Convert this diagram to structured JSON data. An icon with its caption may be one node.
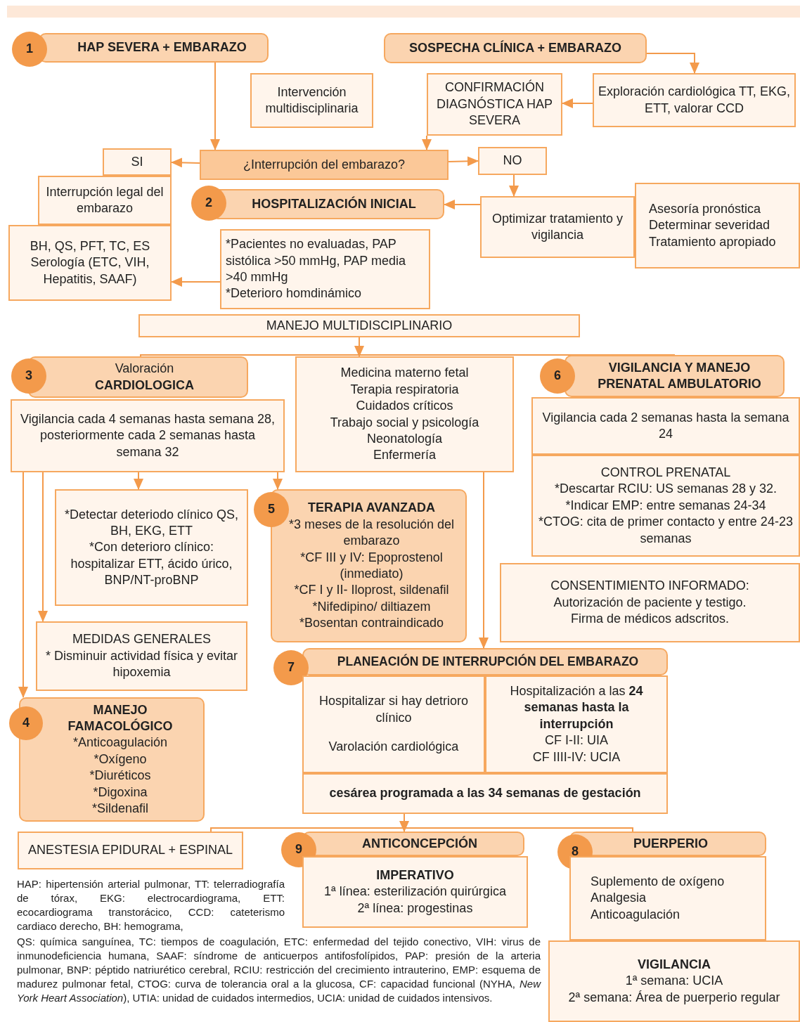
{
  "diagram": {
    "nodes": [
      {
        "text": [
          "1",
          "HAP SEVERA + EMBARAZO"
        ]
      },
      {
        "text": [
          "Intervención multidisciplinaria"
        ]
      },
      {
        "text": [
          "SOSPECHA CLÍNICA + EMBARAZO"
        ]
      },
      {
        "text": [
          "Exploración cardiológica TT, EKG, ETT, valorar CCD"
        ]
      },
      {
        "text": [
          "CONFIRMACIÓN DIAGNÓSTICA HAP SEVERA"
        ]
      },
      {
        "text": [
          "¿Interrupción del embarazo?"
        ]
      },
      {
        "text": [
          "SI"
        ]
      },
      {
        "text": [
          "NO"
        ]
      },
      {
        "text": [
          "Interrupción legal del embarazo"
        ]
      },
      {
        "text": [
          "BH, QS, PFT, TC, ES Serología (ETC, VIH, Hepatitis, SAAF)"
        ]
      },
      {
        "text": [
          "2",
          "HOSPITALIZACIÓN INICIAL"
        ]
      },
      {
        "text": [
          "Optimizar tratamiento y vigilancia"
        ]
      },
      {
        "text": [
          "Asesoría pronóstica",
          "Determinar severidad",
          "Tratamiento apropiado"
        ]
      },
      {
        "text": [
          "*Pacientes no evaluadas, PAP sistólica >50 mmHg, PAP media >40 mmHg",
          "*Deterioro homdinámico"
        ]
      },
      {
        "text": [
          "MANEJO MULTIDISCIPLINARIO"
        ]
      },
      {
        "text": [
          "3",
          "Valoración",
          "CARDIOLOGICA"
        ]
      },
      {
        "text": [
          "Medicina materno fetal",
          "Terapia respiratoria",
          "Cuidados críticos",
          "Trabajo social y psicología",
          "Neonatología",
          "Enfermería"
        ]
      },
      {
        "text": [
          "6",
          "VIGILANCIA Y MANEJO PRENATAL AMBULATORIO"
        ]
      },
      {
        "text": [
          "Vigilancia cada 4 semanas hasta semana 28, posteriormente cada 2 semanas hasta semana 32"
        ]
      },
      {
        "text": [
          "Vigilancia cada 2 semanas hasta la semana 24"
        ]
      },
      {
        "text": [
          "CONTROL PRENATAL",
          "*Descartar RCIU: US semanas 28 y 32.",
          "*Indicar EMP: entre semanas 24-34",
          "*CTOG: cita de primer contacto y entre 24-23 semanas"
        ]
      },
      {
        "text": [
          "*Detectar deteriodo clínico QS, BH, EKG, ETT",
          "*Con deterioro clínico: hospitalizar ETT, ácido úrico, BNP/NT-proBNP"
        ]
      },
      {
        "text": [
          "5",
          "TERAPIA AVANZADA",
          "*3 meses de la resolución del embarazo",
          "*CF III y IV: Epoprostenol (inmediato)",
          "*CF I y II- Iloprost, sildenafil",
          "*Nifedipino/ diltiazem",
          "*Bosentan contraindicado"
        ]
      },
      {
        "text": [
          "CONSENTIMIENTO INFORMADO:",
          "Autorización de paciente y testigo.",
          "Firma de médicos adscritos."
        ]
      },
      {
        "text": [
          "MEDIDAS GENERALES",
          "* Disminuir actividad física y evitar hipoxemia"
        ]
      },
      {
        "text": [
          "7",
          "PLANEACIÓN DE INTERRUPCIÓN DEL EMBARAZO"
        ]
      },
      {
        "text": [
          "Hospitalizar si hay detrioro clínico",
          "Varolación cardiológica"
        ]
      },
      {
        "text": [
          "Hospitalización a las **24 semanas hasta la interrupción**",
          "CF I-II: UIA",
          "CF IIII-IV: UCIA"
        ]
      },
      {
        "text": [
          "cesárea programada a las 34 semanas de gestación"
        ]
      },
      {
        "text": [
          "4",
          "MANEJO FAMACOLÓGICO",
          "*Anticoagulación",
          "*Oxígeno",
          "*Diuréticos",
          "*Digoxina",
          "*Sildenafil"
        ]
      },
      {
        "text": [
          "ANESTESIA EPIDURAL + ESPINAL"
        ]
      },
      {
        "text": [
          "9",
          "ANTICONCEPCIÓN"
        ]
      },
      {
        "text": [
          "IMPERATIVO",
          "1ª línea: esterilización quirúrgica",
          "2ª línea: progestinas"
        ]
      },
      {
        "text": [
          "8",
          "PUERPERIO"
        ]
      },
      {
        "text": [
          "Suplemento de oxígeno",
          "Analgesia",
          "Anticoagulación"
        ]
      },
      {
        "text": [
          "VIGILANCIA",
          "1ª semana: UCIA",
          "2ª semana: Área de puerperio regular"
        ]
      },
      {
        "text": [],
        "shape": "bar"
      }
    ],
    "edges": [
      {
        "from": 0,
        "to": 5,
        "arrow": "to"
      },
      {
        "from": 2,
        "to": 3,
        "arrow": "to"
      },
      {
        "from": 3,
        "to": 4,
        "arrow": "to"
      },
      {
        "from": 4,
        "to": 5,
        "arrow": "to"
      },
      {
        "from": 5,
        "to": 6,
        "arrow": "to"
      },
      {
        "from": 5,
        "to": 7,
        "arrow": "to"
      },
      {
        "from": 7,
        "to": 11,
        "arrow": "to"
      },
      {
        "from": 11,
        "to": 10,
        "arrow": "to"
      },
      {
        "from": 13,
        "to": 9,
        "arrow": "to"
      },
      {
        "from": 14,
        "to": 16,
        "arrow": "to"
      },
      {
        "from": 14,
        "to": 15,
        "arrow": "none"
      },
      {
        "from": 14,
        "to": 17,
        "arrow": "none"
      },
      {
        "from": 18,
        "to": 21,
        "arrow": "to"
      },
      {
        "from": 18,
        "to": 22,
        "arrow": "to"
      },
      {
        "from": 18,
        "to": 24,
        "arrow": "to"
      },
      {
        "from": 18,
        "to": 29,
        "arrow": "to"
      },
      {
        "from": 16,
        "to": 25,
        "arrow": "to"
      },
      {
        "from": 28,
        "to": 31,
        "arrow": "to"
      },
      {
        "from": 28,
        "to": 30,
        "arrow": "none"
      },
      {
        "from": 28,
        "to": 33,
        "arrow": "none"
      }
    ],
    "labels": [
      "HAP: hipertensión arterial pulmonar, TT: telerradiografía de tórax, EKG: electrocardiograma, ETT: ecocardiograma transtorácico, CCD: cateterismo cardiaco derecho, BH: hemograma,",
      "QS: química sanguínea, TC: tiempos de coagulación, ETC: enfermedad del tejido conectivo, VIH: virus de inmunodeficiencia humana, SAAF: síndrome de anticuerpos antifosfolípidos, PAP: presión de la arteria pulmonar, BNP: péptido natriurético cerebral, RCIU: restricción del crecimiento intrauterino, EMP: esquema de madurez pulmonar fetal, CTOG: curva de tolerancia oral a la glucosa, CF: capacidad funcional (NYHA, *New York Heart Association*), UTIA: unidad de cuidados intermedios, UCIA: unidad de cuidados intensivos."
    ]
  }
}
